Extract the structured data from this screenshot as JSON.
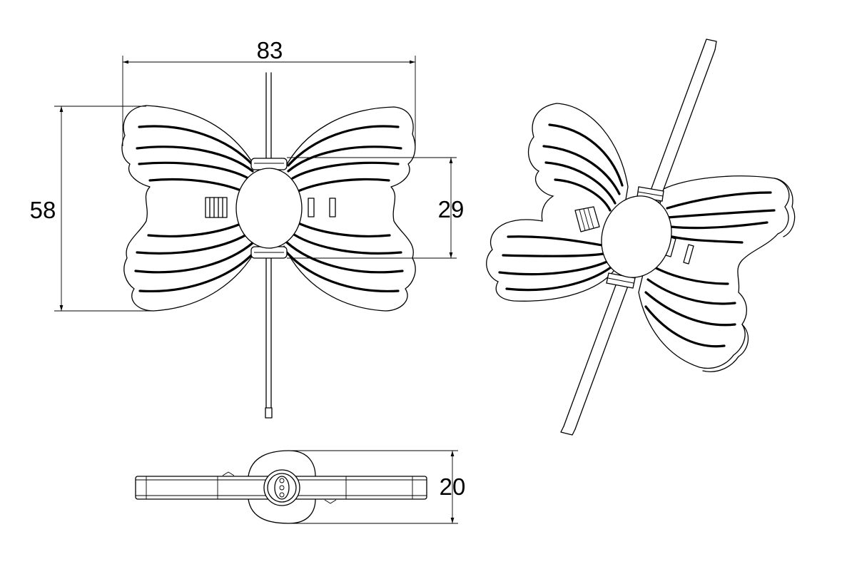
{
  "dimensions": {
    "width": "83",
    "height": "58",
    "center_height": "29",
    "thickness": "20"
  },
  "colors": {
    "line": "#000000",
    "background": "#ffffff"
  }
}
